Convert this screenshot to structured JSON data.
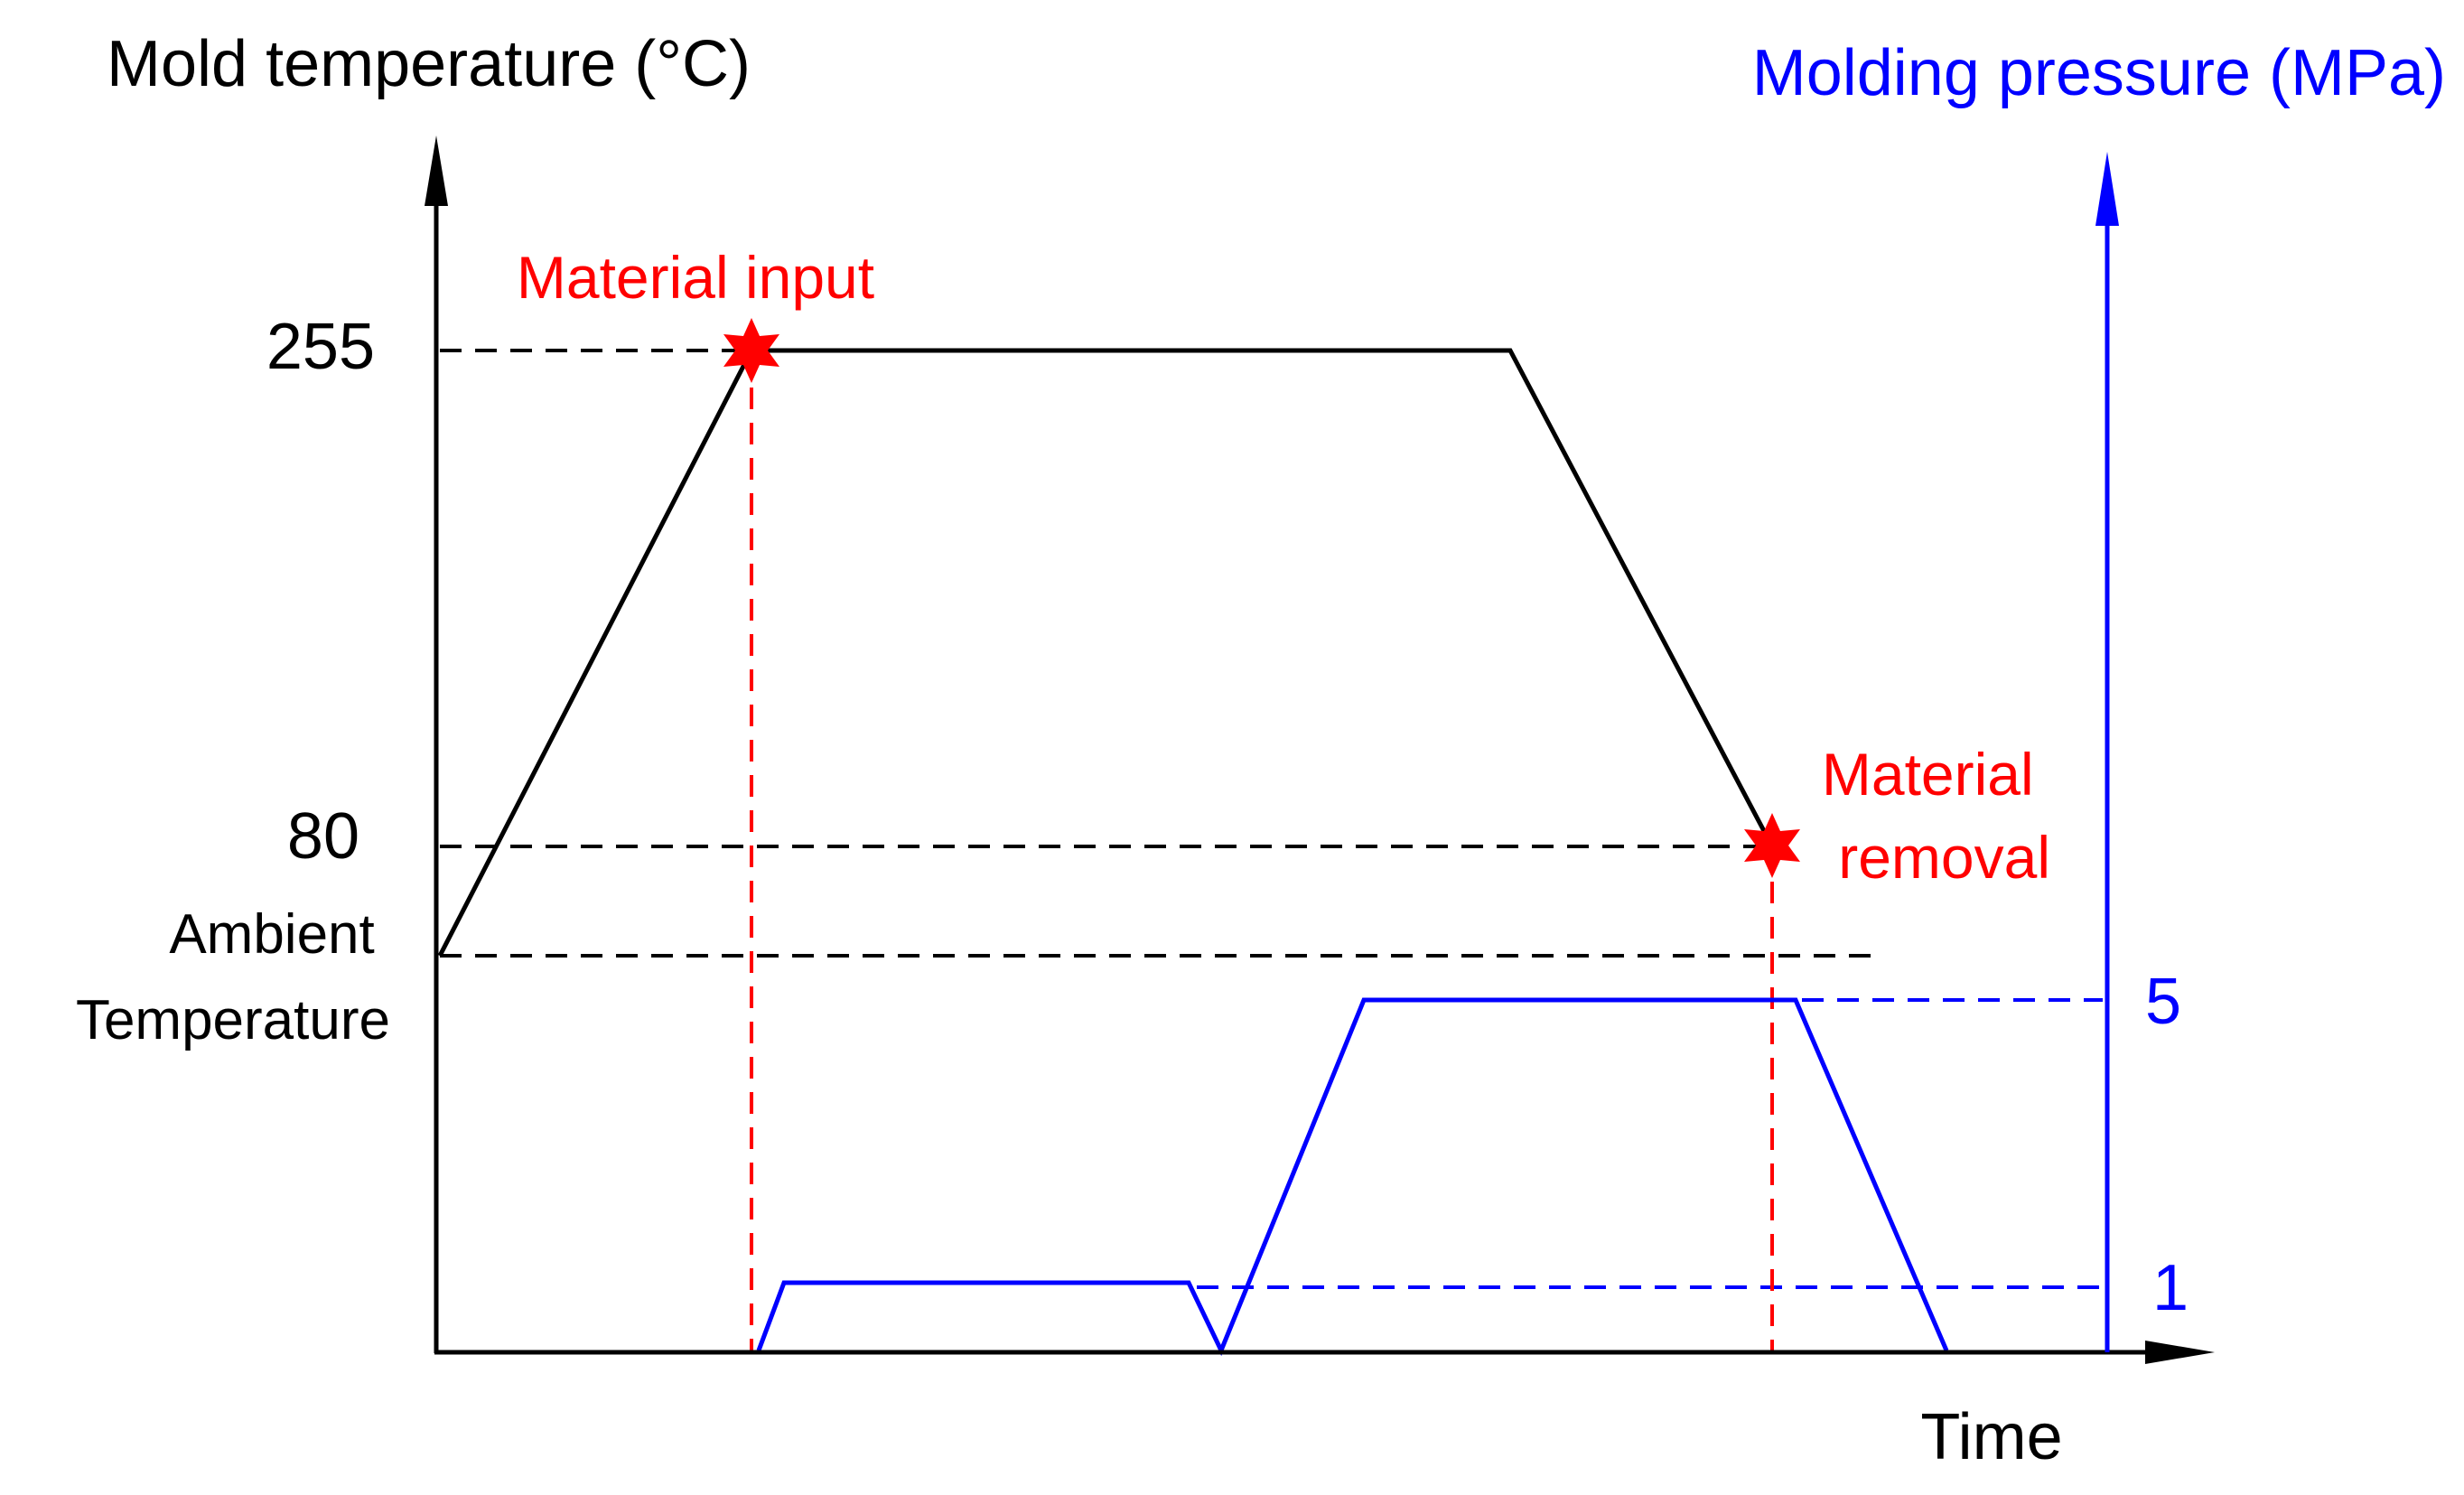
{
  "chart_data": {
    "type": "line",
    "left_axis_label": "Mold temperature (°C)",
    "right_axis_label": "Molding pressure (MPa)",
    "x_axis_label": "Time",
    "left_ticks": [
      {
        "label": "255",
        "value": 255
      },
      {
        "label": "80",
        "value": 80
      }
    ],
    "ambient_label_lines": [
      "Ambient",
      "Temperature"
    ],
    "right_ticks": [
      {
        "label": "5",
        "value": 5
      },
      {
        "label": "1",
        "value": 1
      }
    ],
    "events": [
      {
        "label_lines": [
          "Material input"
        ],
        "marker": "star"
      },
      {
        "label_lines": [
          "Material",
          "removal"
        ],
        "marker": "star"
      }
    ],
    "colors": {
      "temperature": "#000000",
      "pressure": "#0000ff",
      "events": "#ff0000"
    }
  }
}
